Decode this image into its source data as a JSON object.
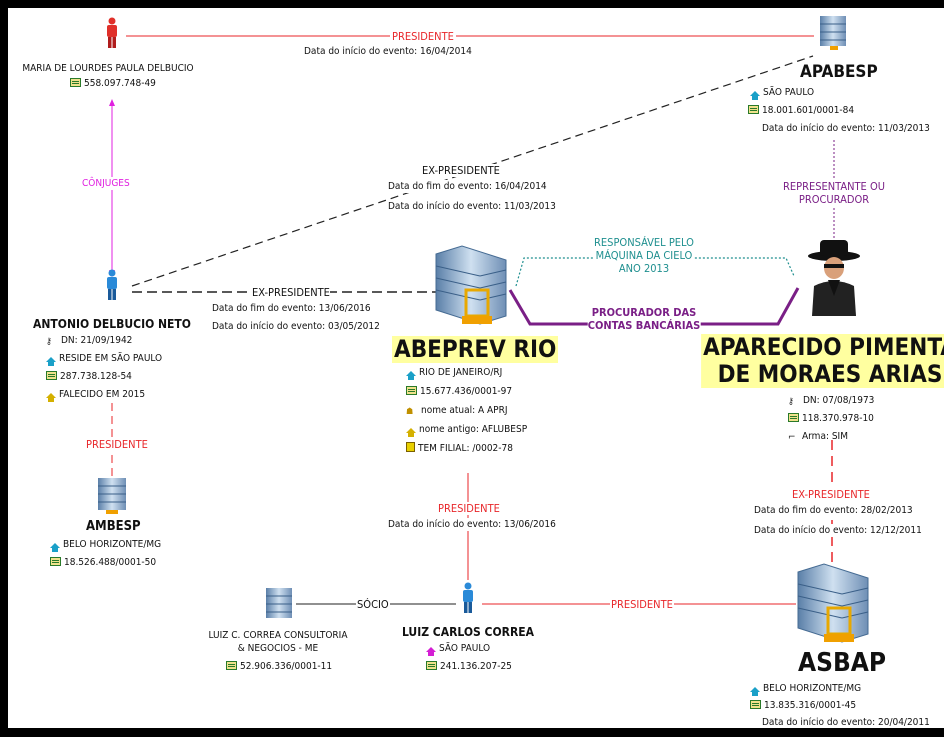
{
  "people": {
    "maria": {
      "name": "MARIA DE LOURDES PAULA DELBUCIO",
      "cpf": "558.097.748-49"
    },
    "antonio": {
      "name": "ANTONIO DELBUCIO NETO",
      "dn": "DN: 21/09/1942",
      "residence": "RESIDE EM SÃO PAULO",
      "cpf": "287.738.128-54",
      "status": "FALECIDO EM 2015"
    },
    "aparecido": {
      "name_line1": "APARECIDO PIMENTA",
      "name_line2": "DE MORAES ARIAS",
      "dn": "DN: 07/08/1973",
      "cpf": "118.370.978-10",
      "weapon": "Arma: SIM"
    },
    "luiz": {
      "name": "LUIZ CARLOS CORREA",
      "city": "SÃO PAULO",
      "cpf": "241.136.207-25"
    }
  },
  "companies": {
    "apabesp": {
      "name": "APABESP",
      "city": "SÃO PAULO",
      "cnpj": "18.001.601/0001-84",
      "event": "Data do início do evento: 11/03/2013"
    },
    "abeprev": {
      "name": "ABEPREV RIO",
      "city": "RIO DE JANEIRO/RJ",
      "cnpj": "15.677.436/0001-97",
      "current_name": "nome atual: A APRJ",
      "former_name": "nome antigo: AFLUBESP",
      "branch": "TEM FILIAL: /0002-78"
    },
    "ambesp": {
      "name": "AMBESP",
      "city": "BELO HORIZONTE/MG",
      "cnpj": "18.526.488/0001-50"
    },
    "asbap": {
      "name": "ASBAP",
      "city": "BELO HORIZONTE/MG",
      "cnpj": "13.835.316/0001-45",
      "event": "Data do início do evento: 20/04/2011"
    },
    "luizcons": {
      "name_line1": "LUIZ C. CORREA CONSULTORIA",
      "name_line2": "& NEGOCIOS - ME",
      "cnpj": "52.906.336/0001-11"
    }
  },
  "links": {
    "maria_apabesp": {
      "label": "PRESIDENTE",
      "event": "Data do início do evento: 16/04/2014"
    },
    "conjuges": {
      "label": "CÔNJUGES"
    },
    "antonio_apabesp": {
      "label": "EX-PRESIDENTE",
      "end": "Data do fim do evento: 16/04/2014",
      "start": "Data do início do evento: 11/03/2013"
    },
    "antonio_abeprev": {
      "label": "EX-PRESIDENTE",
      "end": "Data do fim do evento: 13/06/2016",
      "start": "Data do início do evento: 03/05/2012"
    },
    "antonio_ambesp": {
      "label": "PRESIDENTE"
    },
    "apabesp_aparecido": {
      "label_line1": "REPRESENTANTE OU",
      "label_line2": "PROCURADOR"
    },
    "cielo": {
      "line1": "RESPONSÁVEL PELO",
      "line2": "MÁQUINA DA CIELO",
      "line3": "ANO 2013"
    },
    "procurador": {
      "line1": "PROCURADOR DAS",
      "line2": "CONTAS BANCÁRIAS"
    },
    "abeprev_luiz": {
      "label": "PRESIDENTE",
      "event": "Data do início do evento: 13/06/2016"
    },
    "aparecido_asbap": {
      "label": "EX-PRESIDENTE",
      "end": "Data do fim do evento: 28/02/2013",
      "start": "Data do início do evento: 12/12/2011"
    },
    "luiz_asbap": {
      "label": "PRESIDENTE"
    },
    "socio": {
      "label": "SÓCIO"
    }
  },
  "colors": {
    "presidente": "#e8262a",
    "conjuges": "#e020e0",
    "procurador": "#7a1f86",
    "cielo": "#1f8f8f",
    "highlight": "#ffffa0",
    "person_red": "#e0302a",
    "person_blue": "#2a8ad8"
  },
  "icons": {
    "person": "person-icon",
    "building": "building-icon",
    "spy": "spy-icon",
    "location": "location-icon",
    "document": "document-icon",
    "weapon": "gun-icon"
  }
}
